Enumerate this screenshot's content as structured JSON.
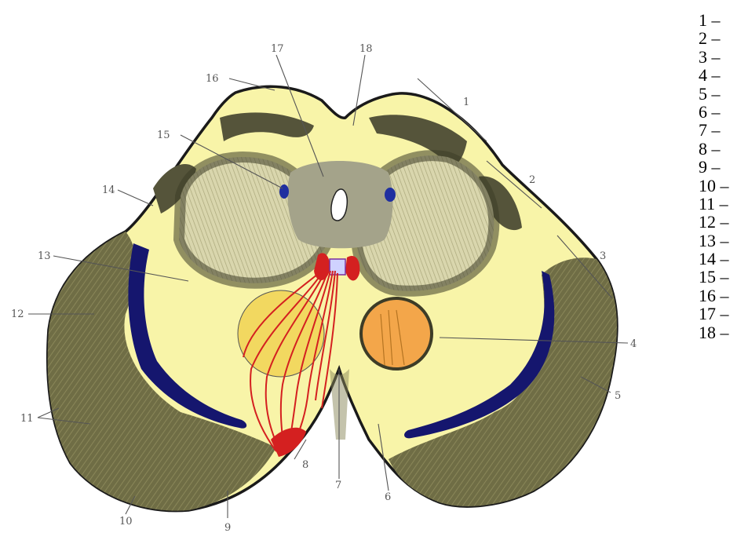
{
  "figure": {
    "callouts": [
      "1",
      "2",
      "3",
      "4",
      "5",
      "6",
      "7",
      "8",
      "9",
      "10",
      "11",
      "12",
      "13",
      "14",
      "15",
      "16",
      "17",
      "18"
    ]
  },
  "legend": {
    "items": [
      "1 –",
      "2 –",
      "3 –",
      "4 –",
      "5 –",
      "6 –",
      "7 –",
      "8 –",
      "9 –",
      "10 –",
      "11 –",
      "12 –",
      "13 –",
      "14 –",
      "15 –",
      "16 –",
      "17 –",
      "18 –"
    ]
  },
  "colors": {
    "cerebellum_fill": "#6f6d45",
    "white_matter": "#f8f4a8",
    "grey_matter": "#c9c59a",
    "nucleus_dark": "#15166e",
    "tract_red": "#d42020",
    "nucleus_orange": "#f3a64a",
    "outline": "#1a1a1a"
  }
}
